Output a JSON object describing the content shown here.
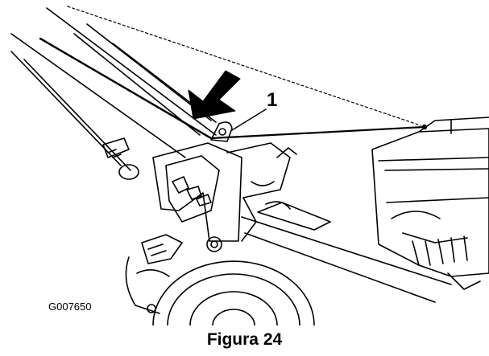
{
  "figure": {
    "callout_label": "1",
    "image_code": "G007650",
    "caption": "Figura 24"
  },
  "icons": {
    "push_arrow": "down-left-arrow-icon"
  }
}
